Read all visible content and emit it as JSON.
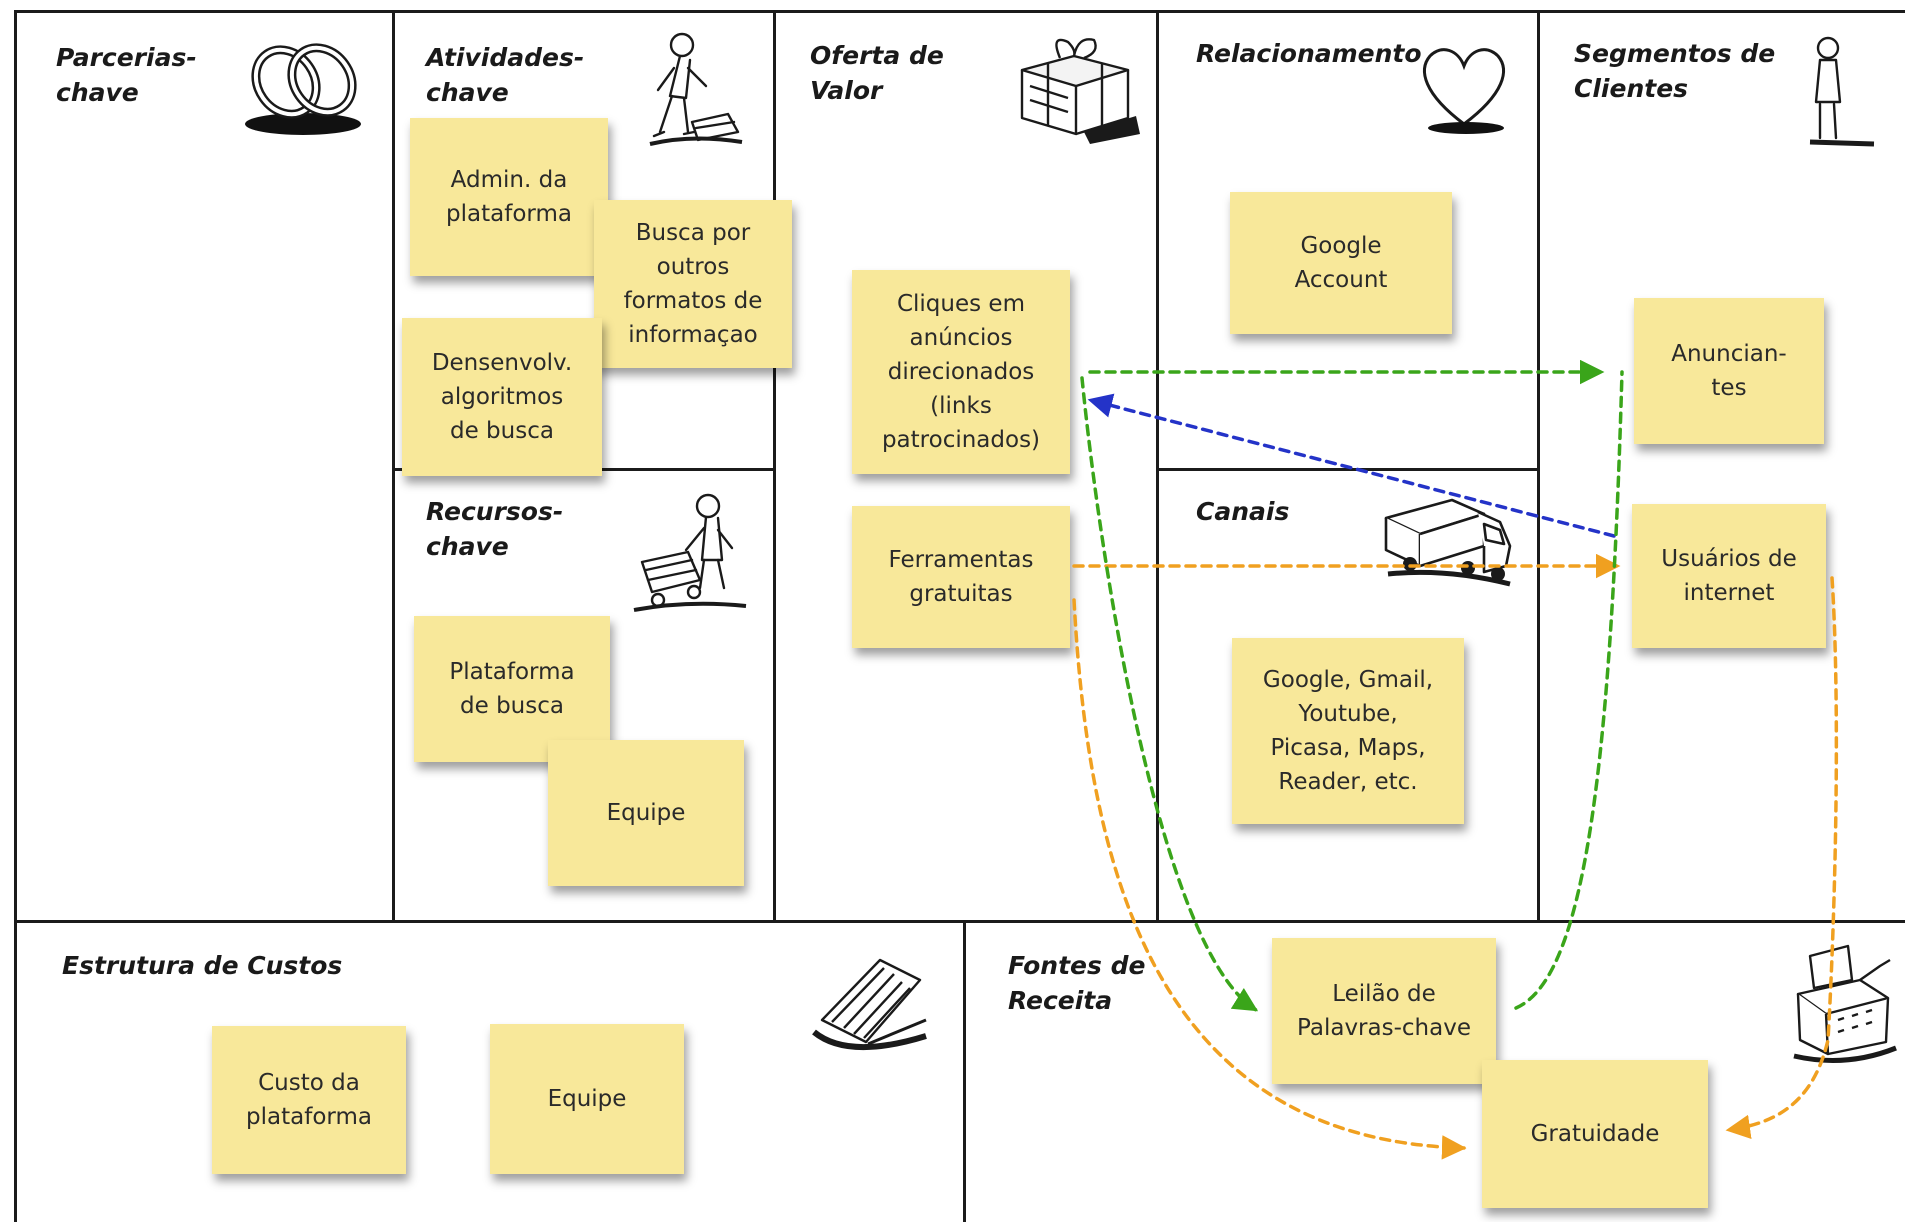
{
  "blocks": {
    "partners": {
      "title": "Parcerias-\nchave",
      "icon": "chain-links-icon"
    },
    "activities": {
      "title": "Atividades-\nchave",
      "icon": "worker-icon",
      "notes": [
        "Admin. da\nplataforma",
        "Busca por\noutros\nformatos de\ninformaçao",
        "Densenvolv.\nalgoritmos\nde busca"
      ]
    },
    "resources": {
      "title": "Recursos-\nchave",
      "icon": "worker-with-cart-icon",
      "notes": [
        "Plataforma\nde busca",
        "Equipe"
      ]
    },
    "value": {
      "title": "Oferta de\nValor",
      "icon": "gift-icon",
      "notes": [
        "Cliques em\nanúncios\ndirecionados\n(links\npatrocinados)",
        "Ferramentas\ngratuitas"
      ]
    },
    "relationship": {
      "title": "Relacionamento",
      "icon": "heart-icon",
      "notes": [
        "Google\nAccount"
      ]
    },
    "channels": {
      "title": "Canais",
      "icon": "truck-icon",
      "notes": [
        "Google, Gmail,\nYoutube,\nPicasa, Maps,\nReader, etc."
      ]
    },
    "segments": {
      "title": "Segmentos de\nClientes",
      "icon": "person-icon",
      "notes": [
        "Anuncian-\ntes",
        "Usuários de\ninternet"
      ]
    },
    "costs": {
      "title": "Estrutura de Custos",
      "icon": "document-icon",
      "notes": [
        "Custo da\nplataforma",
        "Equipe"
      ]
    },
    "revenue": {
      "title": "Fontes de\nReceita",
      "icon": "cash-register-icon",
      "notes": [
        "Leilão de\nPalavras-chave",
        "Gratuidade"
      ]
    }
  },
  "colors": {
    "note_fill": "#f8e89a",
    "arrow_green": "#3aa51a",
    "arrow_blue": "#2433c8",
    "arrow_orange": "#f0a020",
    "grid_line": "#1b1b1b"
  },
  "connections": [
    {
      "from": "Cliques em anúncios direcionados (links patrocinados)",
      "to": "Anunciantes",
      "color": "green"
    },
    {
      "from": "Usuários de internet",
      "to": "Cliques em anúncios direcionados (links patrocinados)",
      "color": "blue"
    },
    {
      "from": "Ferramentas gratuitas",
      "to": "Usuários de internet",
      "color": "orange"
    },
    {
      "from": "Cliques em anúncios direcionados (links patrocinados)",
      "to": "Leilão de Palavras-chave",
      "color": "green"
    },
    {
      "from": "Leilão de Palavras-chave",
      "to": "Anunciantes",
      "color": "green"
    },
    {
      "from": "Ferramentas gratuitas",
      "to": "Gratuidade",
      "color": "orange"
    },
    {
      "from": "Usuários de internet",
      "to": "Gratuidade",
      "color": "orange"
    }
  ]
}
